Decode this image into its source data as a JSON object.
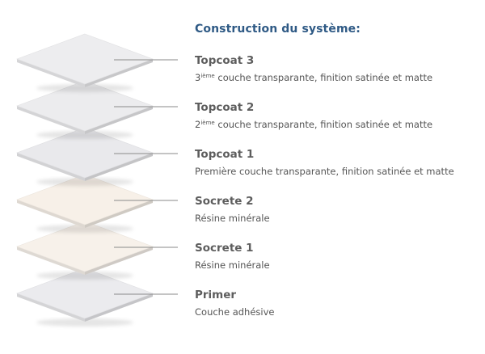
{
  "title": "Construction du système:",
  "layers": [
    {
      "id": "topcoat-3",
      "name": "Topcoat 3",
      "desc_prefix": "3",
      "desc_sup": "ième",
      "desc": " couche transparante, finition satinée et matte",
      "color": "#ededef"
    },
    {
      "id": "topcoat-2",
      "name": "Topcoat 2",
      "desc_prefix": "2",
      "desc_sup": "ième",
      "desc": " couche transparante, finition satinée et matte",
      "color": "#ececee"
    },
    {
      "id": "topcoat-1",
      "name": "Topcoat 1",
      "desc_prefix": "",
      "desc_sup": "",
      "desc": "Première couche transparante, finition satinée et matte",
      "color": "#e9e9ec"
    },
    {
      "id": "socrete-2",
      "name": "Socrete 2",
      "desc_prefix": "",
      "desc_sup": "",
      "desc": "Résine minérale",
      "color": "#f7f0e8"
    },
    {
      "id": "socrete-1",
      "name": "Socrete 1",
      "desc_prefix": "",
      "desc_sup": "",
      "desc": "Résine minérale",
      "color": "#f7f1ea"
    },
    {
      "id": "primer",
      "name": "Primer",
      "desc_prefix": "",
      "desc_sup": "",
      "desc": "Couche adhésive",
      "color": "#ebebee"
    }
  ]
}
